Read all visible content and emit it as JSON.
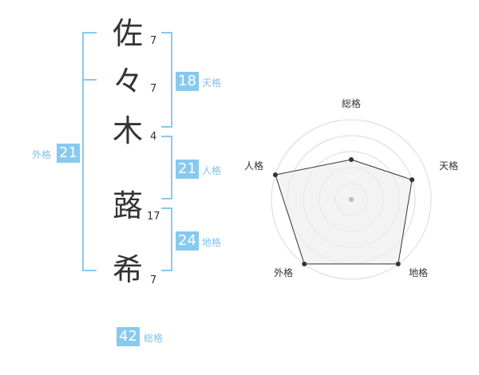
{
  "name": {
    "chars": [
      {
        "char": "佐",
        "strokes": "7"
      },
      {
        "char": "々",
        "strokes": "7"
      },
      {
        "char": "木",
        "strokes": "4"
      },
      {
        "char": "蕗",
        "strokes": "17"
      },
      {
        "char": "希",
        "strokes": "7"
      }
    ]
  },
  "fortune": {
    "tenkaku": {
      "value": "18",
      "label": "天格"
    },
    "jinkaku": {
      "value": "21",
      "label": "人格"
    },
    "chikaku": {
      "value": "24",
      "label": "地格"
    },
    "gaikaku": {
      "value": "21",
      "label": "外格"
    },
    "soukaku": {
      "value": "42",
      "label": "総格"
    }
  },
  "radar": {
    "labels": [
      "総格",
      "天格",
      "地格",
      "外格",
      "人格"
    ],
    "levels": 5,
    "values": [
      2.5,
      4.0,
      5.0,
      5.0,
      5.0
    ],
    "max": 5,
    "colors": {
      "fill": "#eeeeee",
      "grid": "#d9d9d9",
      "line": "#333333",
      "center": "#bbbbbb"
    }
  }
}
